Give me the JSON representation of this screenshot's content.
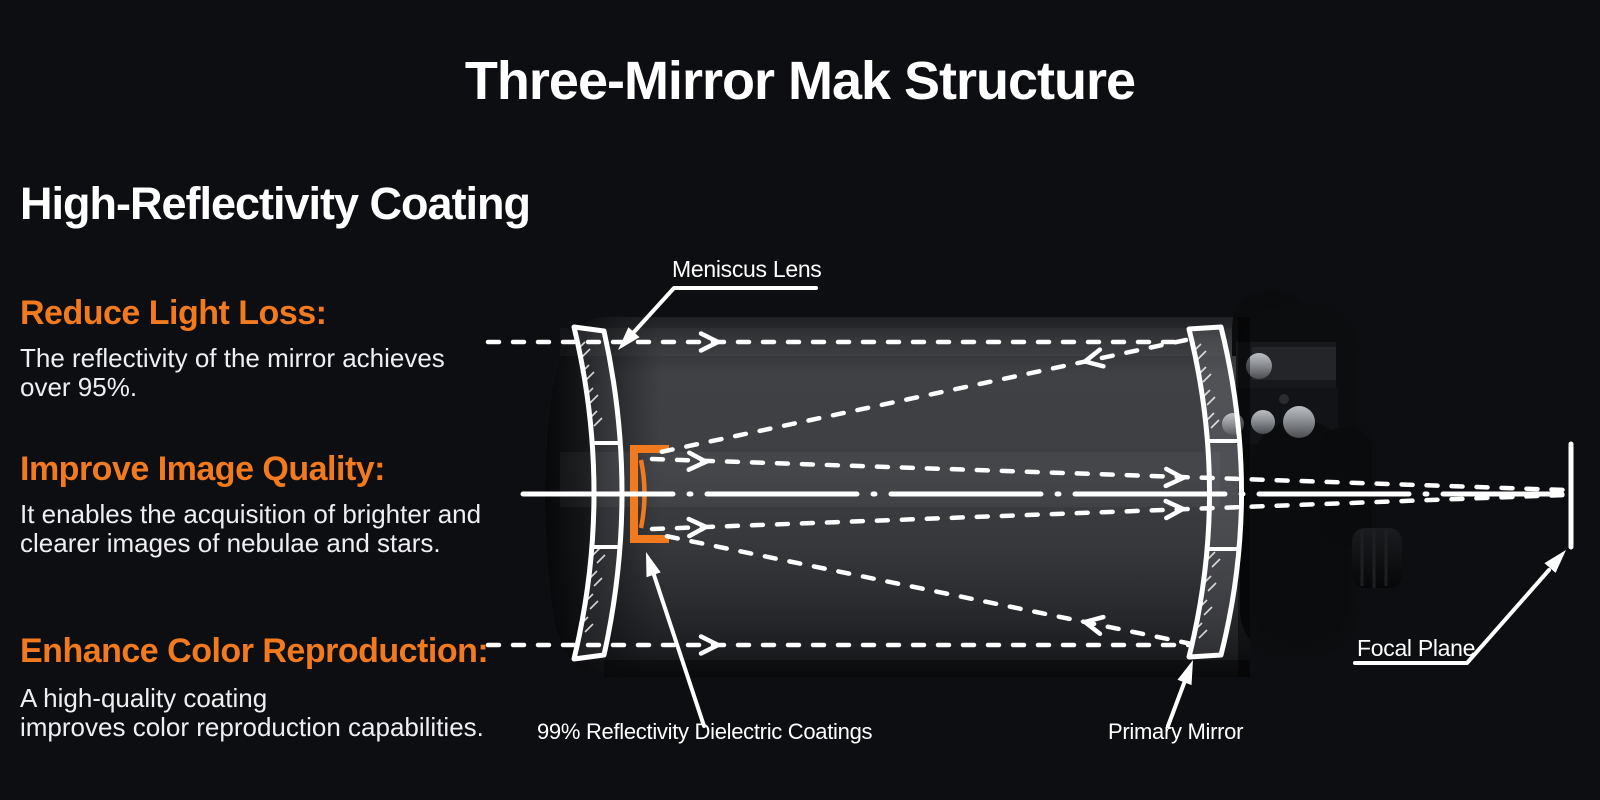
{
  "title": "Three-Mirror Mak Structure",
  "section": {
    "heading": "High-Reflectivity Coating",
    "features": [
      {
        "heading": "Reduce Light Loss:",
        "lines": [
          "The reflectivity of the mirror achieves",
          "over 95%."
        ]
      },
      {
        "heading": "Improve Image Quality:",
        "lines": [
          "It enables the acquisition of brighter and",
          "clearer images of nebulae and stars."
        ]
      },
      {
        "heading": "Enhance Color Reproduction:",
        "lines": [
          "A high-quality coating",
          "improves color reproduction capabilities."
        ]
      }
    ]
  },
  "diagram": {
    "labels": {
      "meniscus_lens": "Meniscus Lens",
      "dielectric_coatings": "99% Reflectivity Dielectric Coatings",
      "primary_mirror": "Primary Mirror",
      "focal_plane": "Focal Plane"
    }
  },
  "colors": {
    "accent_orange": "#F1791E",
    "background": "#0D0E11",
    "ray_white": "#FFFFFF"
  }
}
